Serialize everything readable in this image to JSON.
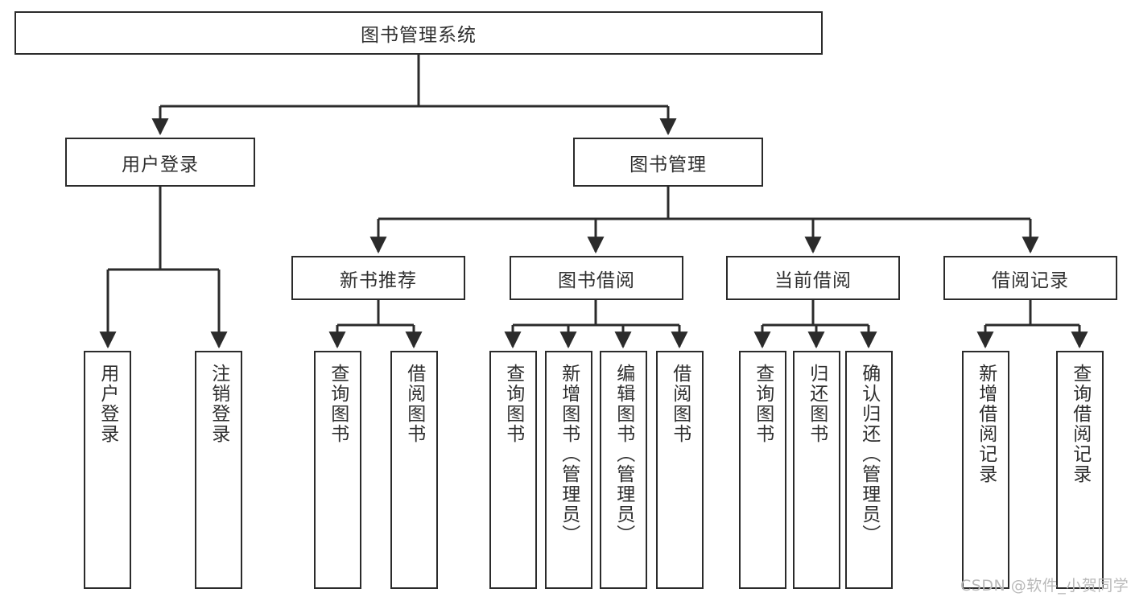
{
  "diagram": {
    "title": "图书管理系统",
    "type": "tree-hierarchy",
    "watermark": "CSDN @软件_小贺同学",
    "colors": {
      "box_border": "#2b2b2b",
      "box_fill": "#ffffff",
      "text": "#2f2f2f",
      "edge": "#2b2b2b",
      "watermark": "#b9b9b9",
      "background": "#ffffff"
    },
    "root": {
      "label": "图书管理系统"
    },
    "level2": [
      {
        "label": "用户登录"
      },
      {
        "label": "图书管理"
      }
    ],
    "level3": [
      {
        "label": "新书推荐"
      },
      {
        "label": "图书借阅"
      },
      {
        "label": "当前借阅"
      },
      {
        "label": "借阅记录"
      }
    ],
    "leaves": {
      "user_login": [
        {
          "label": "用户登录"
        },
        {
          "label": "注销登录"
        }
      ],
      "new_book_recommend": [
        {
          "label": "查询图书"
        },
        {
          "label": "借阅图书"
        }
      ],
      "book_borrow": [
        {
          "label": "查询图书"
        },
        {
          "label": "新增图书（管理员）"
        },
        {
          "label": "编辑图书（管理员）"
        },
        {
          "label": "借阅图书"
        }
      ],
      "current_borrow": [
        {
          "label": "查询图书"
        },
        {
          "label": "归还图书"
        },
        {
          "label": "确认归还（管理员）"
        }
      ],
      "borrow_record": [
        {
          "label": "新增借阅记录"
        },
        {
          "label": "查询借阅记录"
        }
      ]
    }
  }
}
